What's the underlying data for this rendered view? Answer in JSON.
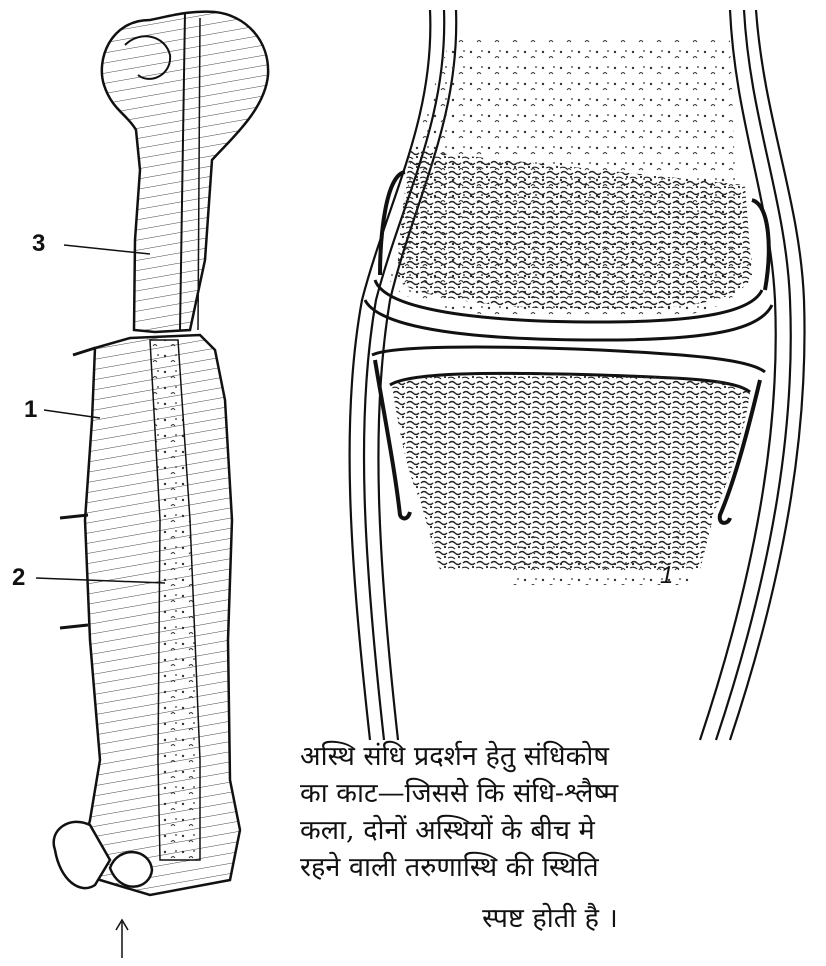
{
  "figure": {
    "left_diagram": {
      "labels": [
        "3",
        "1",
        "2"
      ]
    },
    "right_diagram": {
      "label": "1"
    },
    "arrow_glyph": "↑",
    "caption": {
      "line1": "अस्थि संधि प्रदर्शन हेतु संधिकोष",
      "line2": "का काट—जिससे कि संधि-श्लैष्म",
      "line3": "कला, दोनों अस्थियों के बीच मे",
      "line4": "रहने वाली तरुणास्थि की स्थिति",
      "line5": "स्पष्ट होती है ।"
    }
  }
}
